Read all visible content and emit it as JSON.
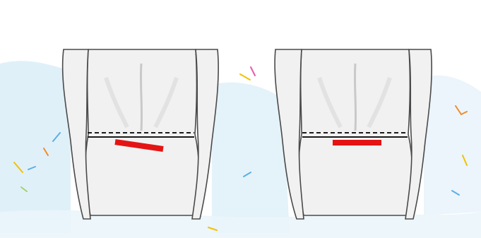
{
  "scene": {
    "description_label": "",
    "figures": [
      {
        "id": "left-back",
        "marker_tilt": "angled"
      },
      {
        "id": "right-back",
        "marker_tilt": "level"
      }
    ],
    "colors": {
      "background": "#ffffff",
      "wash": "#d8ecf7",
      "skin": "#f1f1f1",
      "skin_shade": "#d9d9d9",
      "outline": "#4a4a4a",
      "waistline_solid": "#1a1a1a",
      "waistline_dashed": "#1a1a1a",
      "marker": "#e41414",
      "confetti": [
        "#f2c200",
        "#5ab0e6",
        "#f28c28",
        "#9fd36a",
        "#e85ca5"
      ]
    }
  }
}
